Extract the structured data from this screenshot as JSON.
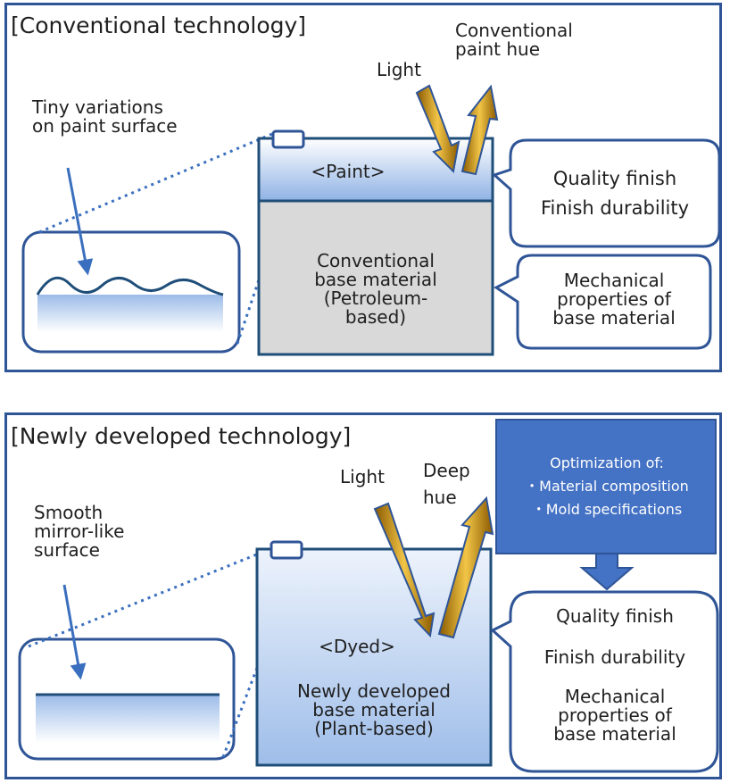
{
  "colors": {
    "panel_border": "#2f5597",
    "box_blue": "#4472c4",
    "outline_blue": "#1f4e79",
    "gradient_light": "#dde8f8",
    "gradient_mid": "#9bbbe8",
    "base_gray": "#d9d9d9",
    "arrow_gold": "#c6920e"
  },
  "conventional": {
    "heading": "[Conventional technology]",
    "surface_label": "Tiny variations\non paint surface",
    "light_label": "Light",
    "hue_label": "Conventional\npaint hue",
    "paint_label": "<Paint>",
    "base_label": "Conventional\nbase material\n(Petroleum-\nbased)",
    "callout_top": "Quality finish\nFinish durability",
    "callout_bottom": "Mechanical\nproperties of\nbase material"
  },
  "new": {
    "heading": "[Newly developed technology]",
    "surface_label": "Smooth\nmirror-like\nsurface",
    "light_label": "Light",
    "hue_label": "Deep\nhue",
    "optimization": "Optimization of:\n・Material composition\n・Mold specifications",
    "dyed_label": "<Dyed>",
    "base_label": "Newly developed\nbase material\n(Plant-based)",
    "callout_item_1": "Quality finish",
    "callout_item_2": "Finish durability",
    "callout_item_3": "Mechanical\nproperties of\nbase material"
  }
}
